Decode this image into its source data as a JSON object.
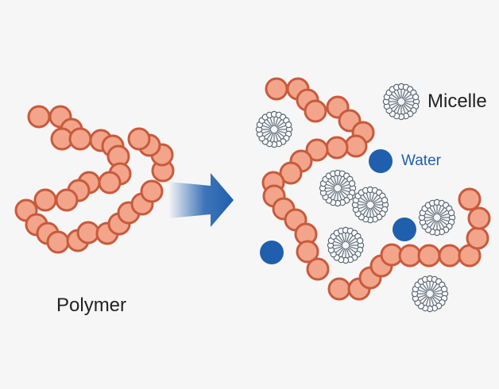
{
  "labels": {
    "polymer": "Polymer",
    "micelle": "Micelle",
    "water": "Water"
  },
  "colors": {
    "background": "#f6f6f6",
    "bead_fill": "#f2a58a",
    "bead_stroke": "#c95a3c",
    "water": "#1f5fae",
    "water_label": "#1f5fae",
    "arrow": "#1f5fae",
    "micelle": "#5a6775",
    "text": "#222222"
  },
  "icons": {
    "arrow": "right-arrow-icon",
    "micelle": "micelle-icon",
    "water": "water-molecule-icon"
  }
}
